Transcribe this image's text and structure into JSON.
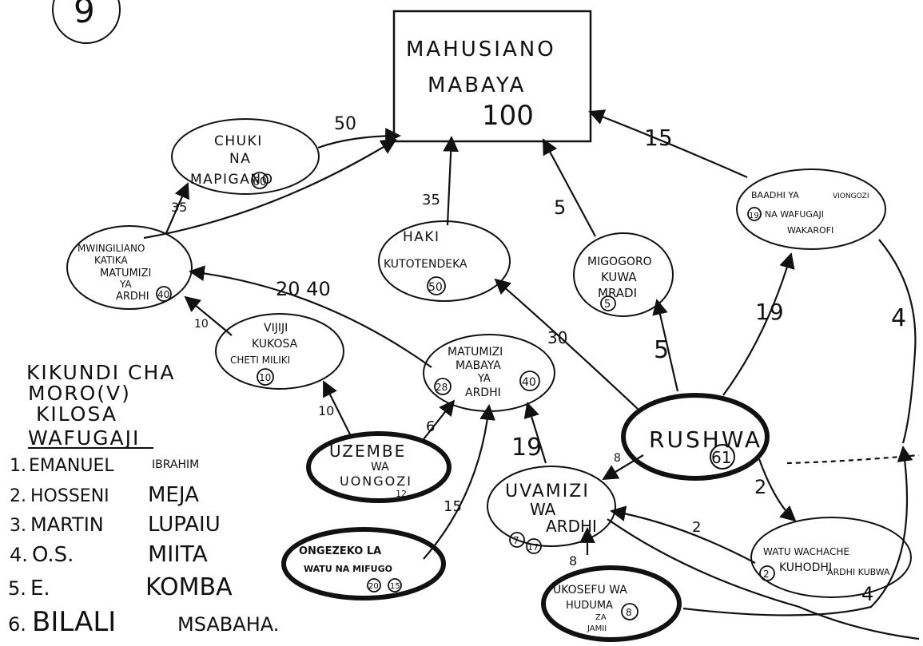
{
  "diagram": {
    "main_box": {
      "line1": "MAHUSIANO",
      "line2": "MABAYA",
      "score": "100"
    },
    "nodes": {
      "chuki": {
        "line1": "CHUKI",
        "line2": "NA",
        "line3": "MAPIGANO",
        "score": "60"
      },
      "mwingiliano": {
        "line1": "MWINGILIANO",
        "line2": "KATIKA",
        "line3": "MATUMIZI",
        "line4": "YA",
        "line5": "ARDHI",
        "score": "40"
      },
      "haki": {
        "line1": "HAKI",
        "line2": "KUTOTENDEKA",
        "score": "50"
      },
      "migogoro": {
        "line1": "MIGOGORO",
        "line2": "KUWA",
        "line3": "MRADI",
        "score": "5"
      },
      "baadhi": {
        "line1": "BAADHI YA",
        "line2": "VIONGOZI",
        "line3": "NA WAFUGAJI",
        "line4": "WAKAROFI",
        "score": "19"
      },
      "vijiji": {
        "line1": "VIJIJI",
        "line2": "KUKOSA",
        "line3": "CHETI MILIKI",
        "score": "10"
      },
      "matumizi": {
        "line1": "MATUMIZI",
        "line2": "MABAYA",
        "line3": "YA",
        "line4": "ARDHI",
        "score_left": "28",
        "score_right": "40"
      },
      "rushwa": {
        "line1": "RUSHWA",
        "score": "61"
      },
      "uzembe": {
        "line1": "UZEMBE",
        "line2": "WA",
        "line3": "UONGOZI",
        "score": "12"
      },
      "uvamizi": {
        "line1": "UVAMIZI",
        "line2": "WA",
        "line3": "ARDHI",
        "score_a": "7",
        "score_b": "17"
      },
      "watu": {
        "line1": "WATU WACHACHE",
        "line2": "KUHODHI",
        "line3": "ARDHI KUBWA",
        "score": "2"
      },
      "ongezeko": {
        "line1": "ONGEZEKO LA",
        "line2": "WATU NA MIFUGO",
        "score_a": "20",
        "score_b": "15"
      },
      "ukosefu": {
        "line1": "UKOSEFU WA",
        "line2": "HUDUMA",
        "line3": "ZA",
        "line4": "JAMII",
        "score": "8"
      }
    },
    "edge_weights": {
      "chuki_main": "50",
      "haki_main": "35",
      "migogoro_main": "5",
      "baadhi_main": "15",
      "mwing_chuki": "35",
      "matumizi_mwing": "20 40",
      "vijiji_mwing": "10",
      "rushwa_haki": "30",
      "rushwa_migogoro": "5",
      "rushwa_baadhi": "19",
      "uzembe_vijiji": "10",
      "uzembe_matumizi": "6",
      "uvamizi_matumizi": "19",
      "ongezeko_matumizi": "15",
      "rushwa_uvamizi": "8",
      "rushwa_watu": "2",
      "watu_uvamizi": "2",
      "ukosefu_uvamizi": "8",
      "right_side": "4",
      "bottom_right": "4"
    },
    "legend": {
      "line1": "KIKUNDI CHA",
      "line2": "MORO(V)",
      "line3": "KILOSA",
      "line4": "WAFUGAJI",
      "members": [
        {
          "num": "1.",
          "first": "EMANUEL",
          "last": "IBRAHIM"
        },
        {
          "num": "2.",
          "first": "HOSSENI",
          "last": "MEJA"
        },
        {
          "num": "3.",
          "first": "MARTIN",
          "last": "LUPAIU"
        },
        {
          "num": "4.",
          "first": "O.S.",
          "last": "MIITA"
        },
        {
          "num": "5.",
          "first": "E.",
          "last": "KOMBA"
        },
        {
          "num": "6.",
          "first": "BILALI",
          "last": "MSABAHA."
        }
      ]
    },
    "corner_mark": "9",
    "colors": {
      "ink": "#111111",
      "paper": "#ffffff"
    }
  }
}
